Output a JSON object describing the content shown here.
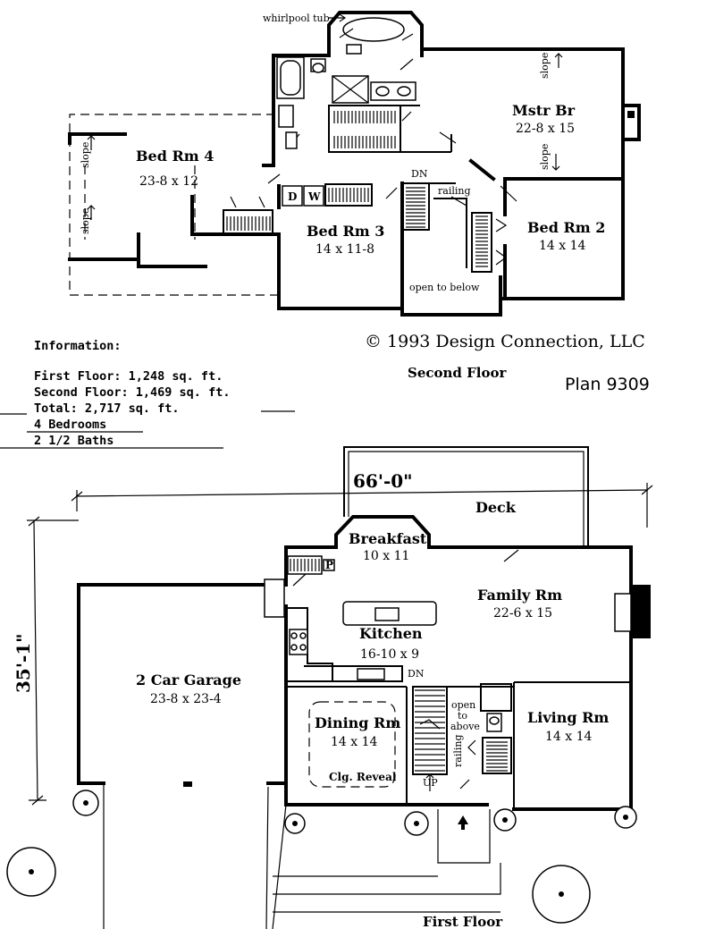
{
  "second_floor": {
    "title": "Second Floor",
    "labels": {
      "whirlpool": "whirlpool tub",
      "slope": "slope",
      "dn": "DN",
      "railing": "railing",
      "open_below": "open to below",
      "dryer": "D",
      "washer": "W"
    },
    "rooms": {
      "mstr_br": {
        "name": "Mstr Br",
        "size": "22-8 x 15"
      },
      "bed4": {
        "name": "Bed Rm 4",
        "size": "23-8 x 12"
      },
      "bed3": {
        "name": "Bed Rm 3",
        "size": "14 x 11-8"
      },
      "bed2": {
        "name": "Bed Rm 2",
        "size": "14 x 14"
      }
    }
  },
  "copyright": "© 1993 Design Connection, LLC",
  "plan_number": "Plan 9309",
  "info": {
    "heading": "Information:",
    "lines": [
      "First Floor:  1,248 sq. ft.",
      "Second Floor: 1,469 sq. ft.",
      "Total: 2,717 sq. ft.",
      "4 Bedrooms",
      "2 1/2 Baths"
    ]
  },
  "first_floor": {
    "title": "First Floor",
    "width_dim": "66'-0\"",
    "depth_dim": "35'-1\"",
    "labels": {
      "deck": "Deck",
      "dn": "DN",
      "up": "UP",
      "railing": "railing",
      "open": "open",
      "to": "to",
      "above": "above",
      "clg": "Clg. Reveal",
      "pantry": "P"
    },
    "rooms": {
      "breakfast": {
        "name": "Breakfast",
        "size": "10 x 11"
      },
      "family": {
        "name": "Family  Rm",
        "size": "22-6 x 15"
      },
      "kitchen": {
        "name": "Kitchen",
        "size": "16-10 x 9"
      },
      "garage": {
        "name": "2 Car Garage",
        "size": "23-8 x 23-4"
      },
      "dining": {
        "name": "Dining Rm",
        "size": "14 x 14"
      },
      "living": {
        "name": "Living Rm",
        "size": "14 x 14"
      }
    }
  }
}
